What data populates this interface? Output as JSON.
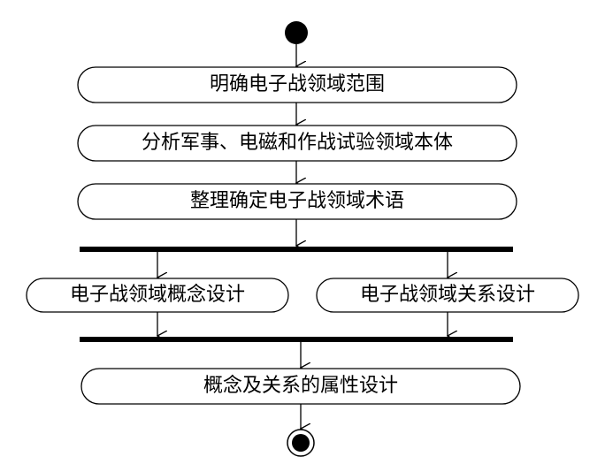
{
  "activities": [
    {
      "id": "a1",
      "label": "明确电子战领域范围"
    },
    {
      "id": "a2",
      "label": "分析军事、电磁和作战试验领域本体"
    },
    {
      "id": "a3",
      "label": "整理确定电子战领域术语"
    },
    {
      "id": "a4",
      "label": "电子战领域概念设计"
    },
    {
      "id": "a5",
      "label": "电子战领域关系设计"
    },
    {
      "id": "a6",
      "label": "概念及关系的属性设计"
    }
  ],
  "colors": {
    "stroke": "#000000",
    "background": "#ffffff"
  }
}
